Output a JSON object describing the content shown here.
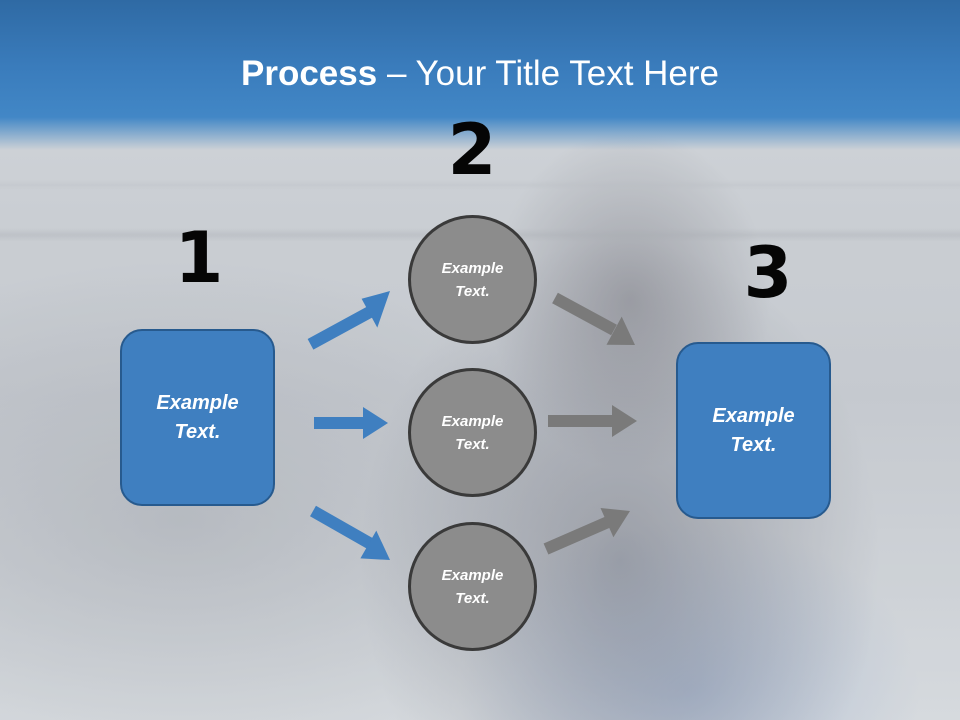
{
  "slide": {
    "title_bold": "Process",
    "title_rest": " – Your Title Text Here"
  },
  "steps": {
    "one": "1",
    "two": "2",
    "three": "3"
  },
  "nodes": {
    "left_box": "Example Text.",
    "circle_top": "Example Text.",
    "circle_middle": "Example Text.",
    "circle_bottom": "Example Text.",
    "right_box": "Example Text."
  },
  "colors": {
    "title_band": "#3a7cbc",
    "box_fill": "#3f7fc0",
    "blue_arrow": "#3f7fc0",
    "circle_fill": "#8c8c8c",
    "gray_arrow": "#7a7a7a",
    "number_text": "#050505"
  },
  "icons": {
    "arrows_from_step_1": [
      "arrow-up-right-icon",
      "arrow-right-icon",
      "arrow-down-right-icon"
    ],
    "arrows_to_step_3": [
      "arrow-down-right-icon",
      "arrow-right-icon",
      "arrow-up-right-icon"
    ]
  }
}
